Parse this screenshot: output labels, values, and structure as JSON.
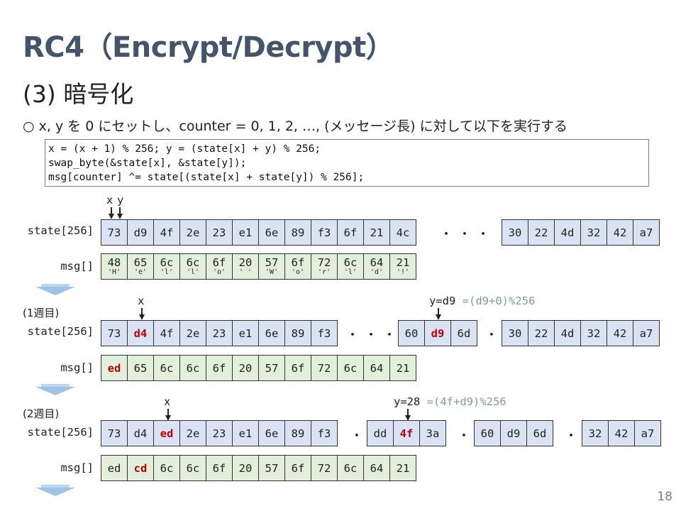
{
  "title": "RC4（Encrypt/Decrypt）",
  "subtitle": "(3) 暗号化",
  "bullet": "○ x, y を 0 にセットし、counter = 0, 1, 2, …, (メッセージ長) に対して以下を実行する",
  "code": [
    "x = (x + 1) % 256; y = (state[x] + y) % 256;",
    "swap_byte(&state[x], &state[y]);",
    "msg[counter] ^= state[(state[x] + state[y]) % 256];"
  ],
  "labels": {
    "state": "state[256]",
    "msg": "msg[]"
  },
  "dots3": "・・・",
  "dot1": "・",
  "initial": {
    "markers": {
      "x": "x",
      "y": "y"
    },
    "state_a": [
      "73",
      "d9",
      "4f",
      "2e",
      "23",
      "e1",
      "6e",
      "89",
      "f3",
      "6f",
      "21",
      "4c"
    ],
    "state_b": [
      "30",
      "22",
      "4d",
      "32",
      "42",
      "a7"
    ],
    "msg": [
      {
        "hex": "48",
        "ch": "'H'"
      },
      {
        "hex": "65",
        "ch": "'e'"
      },
      {
        "hex": "6c",
        "ch": "'l'"
      },
      {
        "hex": "6c",
        "ch": "'l'"
      },
      {
        "hex": "6f",
        "ch": "'o'"
      },
      {
        "hex": "20",
        "ch": "' '"
      },
      {
        "hex": "57",
        "ch": "'W'"
      },
      {
        "hex": "6f",
        "ch": "'o'"
      },
      {
        "hex": "72",
        "ch": "'r'"
      },
      {
        "hex": "6c",
        "ch": "'l'"
      },
      {
        "hex": "64",
        "ch": "'d'"
      },
      {
        "hex": "21",
        "ch": "'!'"
      }
    ]
  },
  "round1": {
    "step": "(1週目)",
    "x_marker": "x",
    "y_marker": "y=d9",
    "y_formula": "=(d9+0)%256",
    "state_a": [
      "73",
      "d4",
      "4f",
      "2e",
      "23",
      "e1",
      "6e",
      "89",
      "f3"
    ],
    "state_b": [
      "60",
      "d9",
      "6d"
    ],
    "state_c": [
      "30",
      "22",
      "4d",
      "32",
      "42",
      "a7"
    ],
    "msg": [
      "ed",
      "65",
      "6c",
      "6c",
      "6f",
      "20",
      "57",
      "6f",
      "72",
      "6c",
      "64",
      "21"
    ]
  },
  "round2": {
    "step": "(2週目)",
    "x_marker": "x",
    "y_marker": "y=28",
    "y_formula": "=(4f+d9)%256",
    "state_a": [
      "73",
      "d4",
      "ed",
      "2e",
      "23",
      "e1",
      "6e",
      "89",
      "f3"
    ],
    "state_b": [
      "dd",
      "4f",
      "3a"
    ],
    "state_c": [
      "60",
      "d9",
      "6d"
    ],
    "state_d": [
      "32",
      "42",
      "a7"
    ],
    "msg": [
      "ed",
      "cd",
      "6c",
      "6c",
      "6f",
      "20",
      "57",
      "6f",
      "72",
      "6c",
      "64",
      "21"
    ]
  },
  "page_number": "18"
}
